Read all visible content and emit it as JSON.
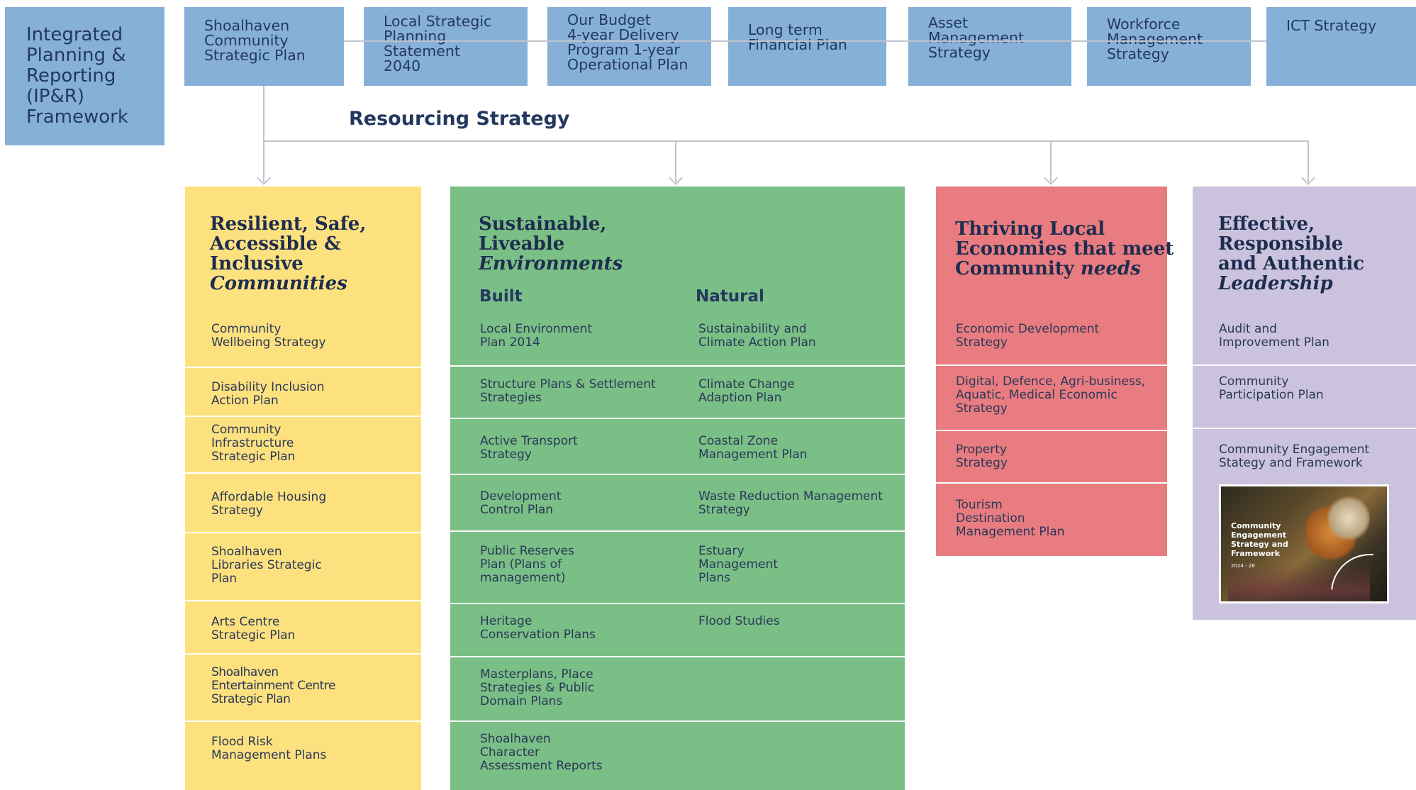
{
  "framework": "Integrated\nPlanning &\nReporting\n(IP&R)\nFramework",
  "top_boxes": [
    "Shoalhaven\nCommunity\nStrategic Plan",
    "Local Strategic\nPlanning\nStatement\n2040",
    "Our Budget\n4-year Delivery\nProgram 1-year\nOperational Plan",
    "Long term\nFinancial Plan",
    "Asset\nManagement\nStrategy",
    "Workforce\nManagement\nStrategy",
    "ICT Strategy"
  ],
  "resourcing_strategy": "Resourcing Strategy",
  "columns": {
    "communities": {
      "title_lines": [
        "Resilient, Safe,",
        "Accessible &",
        "Inclusive"
      ],
      "title_italic": "Communities",
      "items": [
        "Community\nWellbeing Strategy",
        "Disability Inclusion\nAction Plan",
        "Community\nInfrastructure\nStrategic Plan",
        "Affordable Housing\nStrategy",
        "Shoalhaven\nLibraries Strategic\nPlan",
        "Arts Centre\nStrategic Plan",
        "Shoalhaven\nEntertainment Centre\nStrategic Plan",
        "Flood Risk\nManagement Plans"
      ]
    },
    "environments": {
      "title_lines": [
        "Sustainable,",
        "Liveable"
      ],
      "title_italic": "Environments",
      "built_label": "Built",
      "natural_label": "Natural",
      "built_items": [
        "Local Environment\nPlan 2014",
        "Structure Plans & Settlement\nStrategies",
        "Active Transport\nStrategy",
        "Development\nControl Plan",
        "Public Reserves\nPlan (Plans of\nmanagement)",
        "Heritage\nConservation Plans",
        "Masterplans, Place\nStrategies & Public\nDomain Plans",
        "Shoalhaven\nCharacter\nAssessment Reports"
      ],
      "natural_items": [
        "Sustainability and\nClimate Action Plan",
        "Climate Change\nAdaption Plan",
        "Coastal Zone\nManagement Plan",
        "Waste Reduction Management\nStrategy",
        "Estuary\nManagement\nPlans",
        "Flood Studies"
      ]
    },
    "economies": {
      "title_lines": [
        "Thriving Local",
        "Economies that meet"
      ],
      "title_normal_last": "Community ",
      "title_italic": "needs",
      "items": [
        "Economic Development\nStrategy",
        "Digital, Defence, Agri-business,\nAquatic, Medical Economic\nStrategy",
        "Property\nStrategy",
        "Tourism\nDestination\nManagement Plan"
      ]
    },
    "leadership": {
      "title_lines": [
        "Effective,",
        "Responsible",
        "and Authentic"
      ],
      "title_italic": "Leadership",
      "items": [
        "Audit and\nImprovement Plan",
        "Community\nParticipation Plan",
        "Community Engagement\nStategy and Framework"
      ],
      "thumbnail_text": "Community\nEngagement\nStrategy and\nFramework",
      "thumbnail_year": "2024 - 28"
    }
  },
  "colors": {
    "blue": "#86b0d8",
    "yellow": "#fde17f",
    "green": "#7abf86",
    "red": "#e87c80",
    "purple": "#cbc3dd",
    "navy": "#1e2d4f"
  }
}
